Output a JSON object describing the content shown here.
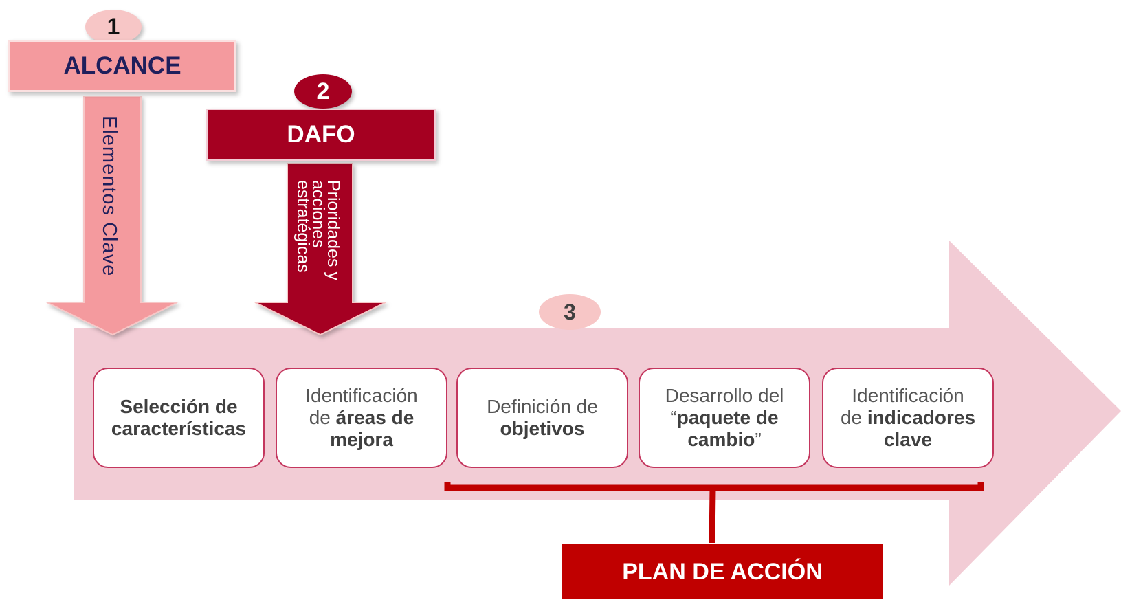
{
  "stage1": {
    "number": "1",
    "title": "ALCANCE",
    "flow_label": "Elementos Clave"
  },
  "stage2": {
    "number": "2",
    "title": "DAFO",
    "flow_label": "Prioridades y acciones estratégicas"
  },
  "stage3": {
    "number": "3"
  },
  "steps": [
    {
      "line1": "",
      "bold1": "Selección de",
      "line2": "",
      "bold2": "características",
      "line3": "",
      "bold3": "",
      "tail": ""
    },
    {
      "line1": "Identificación",
      "bold1": "",
      "line2": "de ",
      "bold2": "áreas de",
      "line3": "",
      "bold3": "mejora",
      "tail": ""
    },
    {
      "line1": "Definición de",
      "bold1": "",
      "line2": "",
      "bold2": "objetivos",
      "line3": "",
      "bold3": "",
      "tail": ""
    },
    {
      "line1": "Desarrollo del",
      "bold1": "",
      "line2": "“",
      "bold2": "paquete de",
      "line3": "",
      "bold3": "cambio",
      "tail": "”"
    },
    {
      "line1": "Identificación",
      "bold1": "",
      "line2": "de ",
      "bold2": "indicadores",
      "line3": "",
      "bold3": "clave",
      "tail": ""
    }
  ],
  "plan": {
    "title": "PLAN DE ACCIÓN"
  },
  "colors": {
    "light_pink": "#f49a9e",
    "big_arrow": "#f2ccd5",
    "dark_red": "#a50021",
    "plan_red": "#c00000",
    "badge_pink": "#f7c6c6",
    "navy": "#1f1f5c",
    "step_border": "#c4365e"
  }
}
